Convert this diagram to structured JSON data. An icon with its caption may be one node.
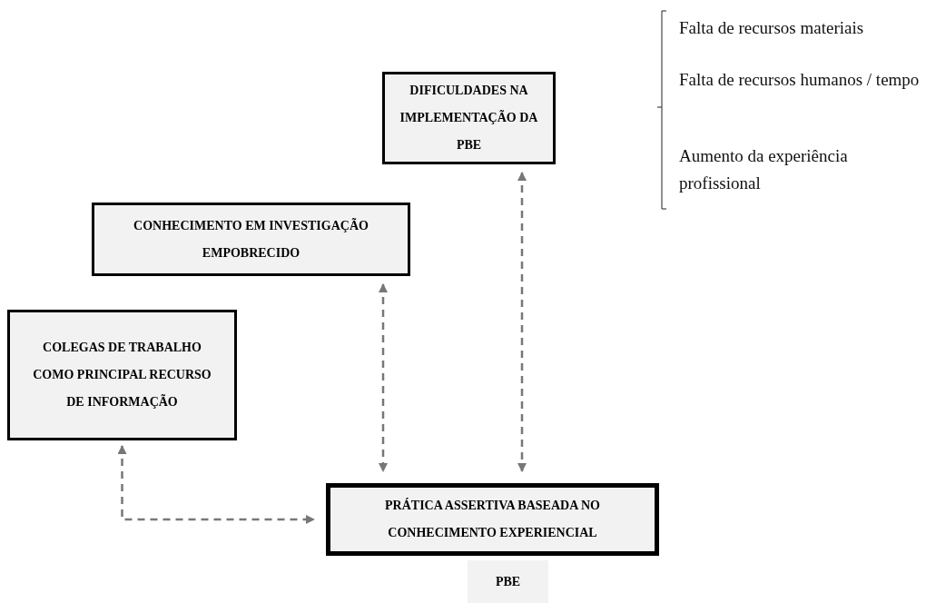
{
  "diagram": {
    "nodes": [
      {
        "text": [
          "DIFICULDADES NA IMPLEMENTAÇÃO DA PBE"
        ]
      },
      {
        "text": [
          "CONHECIMENTO EM INVESTIGAÇÃO EMPOBRECIDO"
        ]
      },
      {
        "text": [
          "COLEGAS DE TRABALHO COMO PRINCIPAL RECURSO DE INFORMAÇÃO"
        ]
      },
      {
        "text": [
          "PRÁTICA ASSERTIVA BASEADA NO CONHECIMENTO EXPERIENCIAL"
        ]
      },
      {
        "text": [
          "PBE"
        ]
      }
    ],
    "edges": [
      {
        "from": 0,
        "to": 3,
        "arrow": "both",
        "style": "dashed"
      },
      {
        "from": 1,
        "to": 3,
        "arrow": "both",
        "style": "dashed"
      },
      {
        "from": 2,
        "to": 3,
        "arrow": "both",
        "style": "dashed"
      }
    ],
    "labels": [
      "Falta de recursos materiais",
      "Falta de recursos humanos / tempo",
      "Aumento da experiência profissional"
    ]
  }
}
